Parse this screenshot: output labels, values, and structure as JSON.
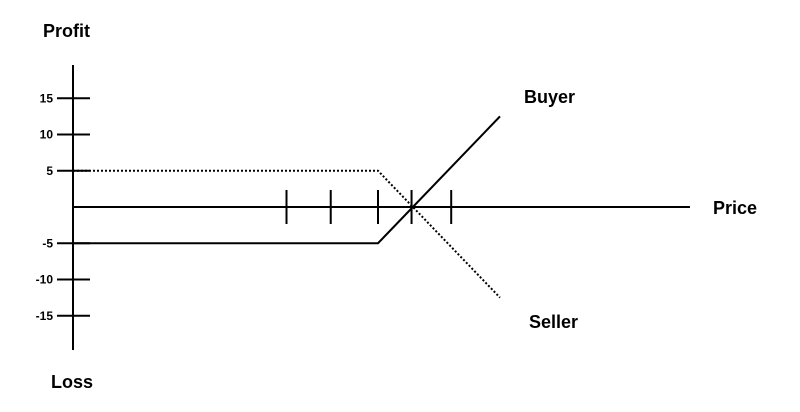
{
  "chart_data": {
    "type": "line",
    "ylabel_top": "Profit",
    "ylabel_bottom": "Loss",
    "xlabel": "Price",
    "yticks": [
      15,
      10,
      5,
      -5,
      -10,
      -15
    ],
    "ylim": [
      -19,
      19
    ],
    "xtick_count": 5,
    "series": [
      {
        "name": "Buyer",
        "style": "solid",
        "points": [
          [
            0,
            -5
          ],
          [
            100,
            -5
          ],
          [
            140,
            12.5
          ]
        ]
      },
      {
        "name": "Seller",
        "style": "dotted",
        "points": [
          [
            0,
            5
          ],
          [
            100,
            5
          ],
          [
            140,
            -12.5
          ]
        ]
      }
    ],
    "colors": {
      "line": "#000000"
    }
  }
}
